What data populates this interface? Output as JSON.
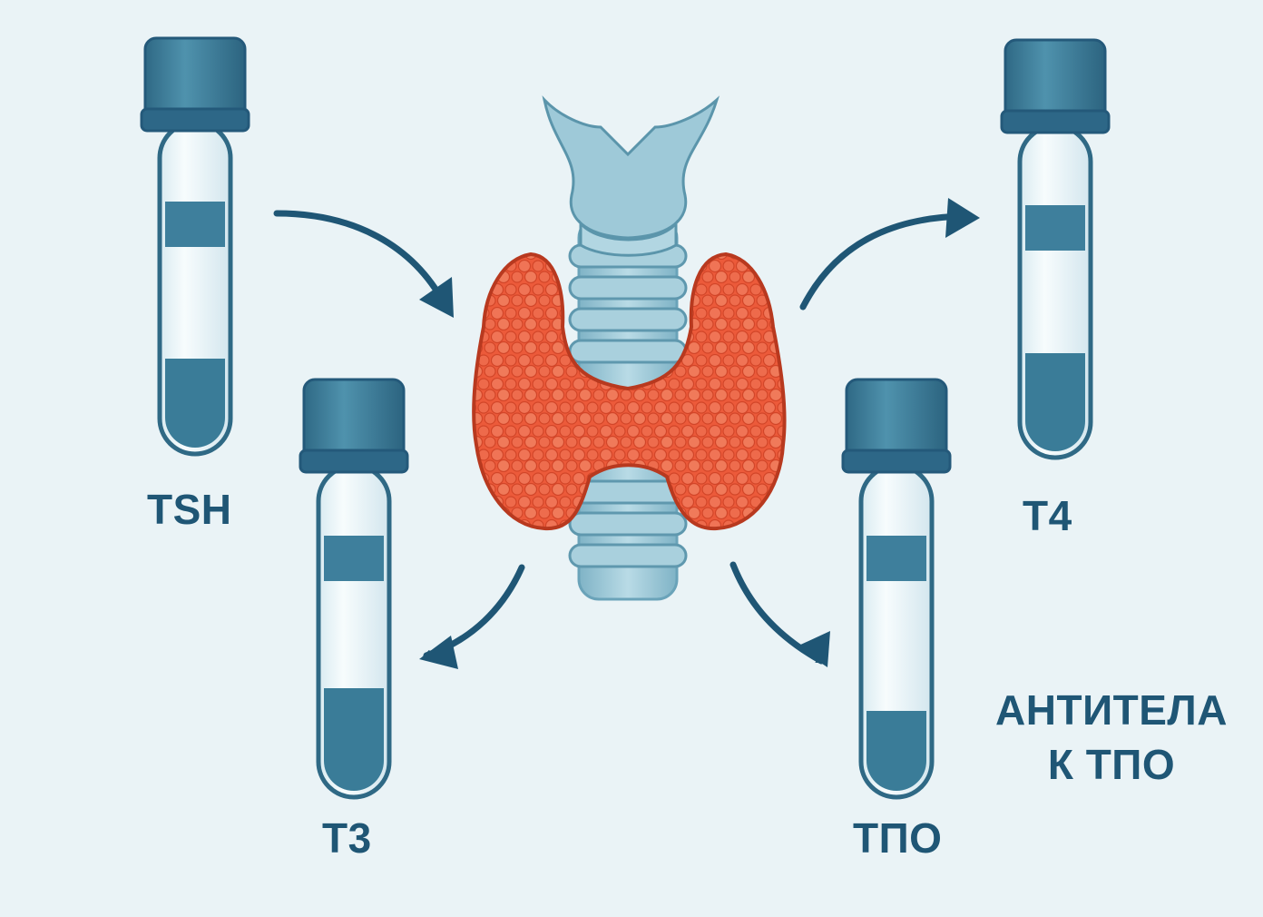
{
  "labels": {
    "tsh": "TSH",
    "t3": "T3",
    "t4": "T4",
    "tpo": "ТПО",
    "antibodies_line1": "АНТИТЕЛА",
    "antibodies_line2": "К ТПО"
  },
  "icons": [
    "test-tube-icon",
    "thyroid-gland-icon",
    "trachea-icon",
    "arrow-icon"
  ],
  "colors": {
    "background": "#eaf3f6",
    "label": "#1f5675",
    "arrow": "#1f5675",
    "tube_cap": "#3f7f9a",
    "tube_glass": "#f4fafc",
    "tube_band": "#3e7f9c",
    "tube_liquid": "#3a7c98",
    "thyroid_fill": "#ec5a3a",
    "thyroid_outline": "#b8391f",
    "trachea": "#9cc6d5"
  }
}
